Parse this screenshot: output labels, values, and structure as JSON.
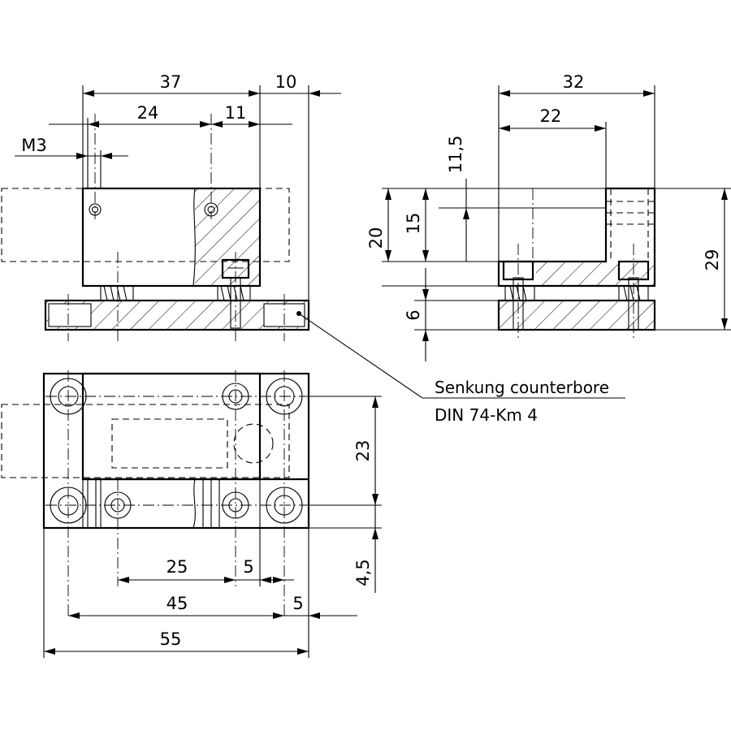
{
  "front_view": {
    "dim_37": "37",
    "dim_10": "10",
    "dim_24": "24",
    "dim_11": "11",
    "thread_label": "M3"
  },
  "side_view": {
    "dim_32": "32",
    "dim_22": "22",
    "dim_11_5": "11,5",
    "dim_20": "20",
    "dim_15": "15",
    "dim_6": "6",
    "dim_29": "29"
  },
  "top_view": {
    "dim_23": "23",
    "dim_4_5": "4,5",
    "dim_25": "25",
    "dim_5_a": "5",
    "dim_45": "45",
    "dim_5_b": "5",
    "dim_55": "55"
  },
  "callout": {
    "line1": "Senkung counterbore",
    "line2": "DIN 74-Km 4"
  }
}
